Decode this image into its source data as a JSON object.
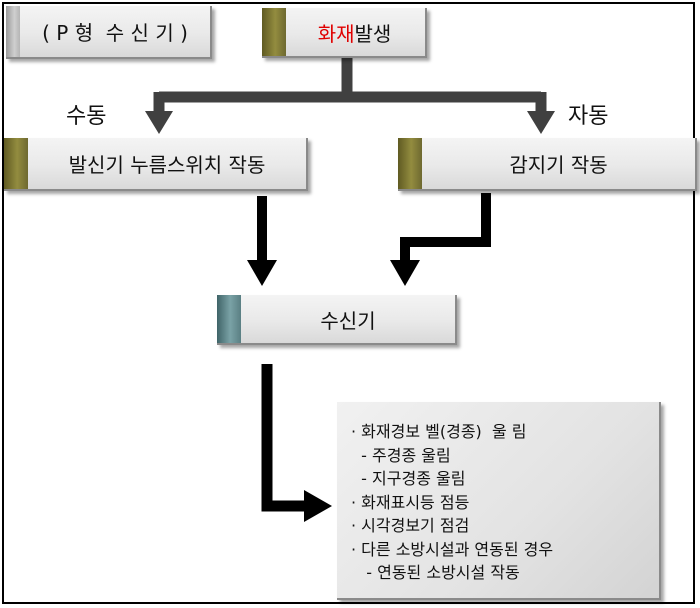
{
  "boxes": {
    "type_label": "( P 형  수 신 기 )",
    "fire_red": "화재",
    "fire_rest": "발생",
    "manual_box": "발신기 누름스위치 작동",
    "auto_box": "감지기 작동",
    "receiver": "수신기"
  },
  "labels": {
    "manual": "수동",
    "auto": "자동"
  },
  "outcomes": [
    "· 화재경보 벨(경종)  울 림",
    "  - 주경종 울림",
    "  - 지구경종 울림",
    "· 화재표시등 점등",
    "· 시각경보기 점검",
    "· 다른 소방시설과 연동된 경우",
    "   - 연동된 소방시설 작동"
  ],
  "colors": {
    "arrow": "#404040",
    "tab_olive": "#938c3f",
    "tab_teal": "#7aa2a6",
    "highlight": "#e00000"
  }
}
